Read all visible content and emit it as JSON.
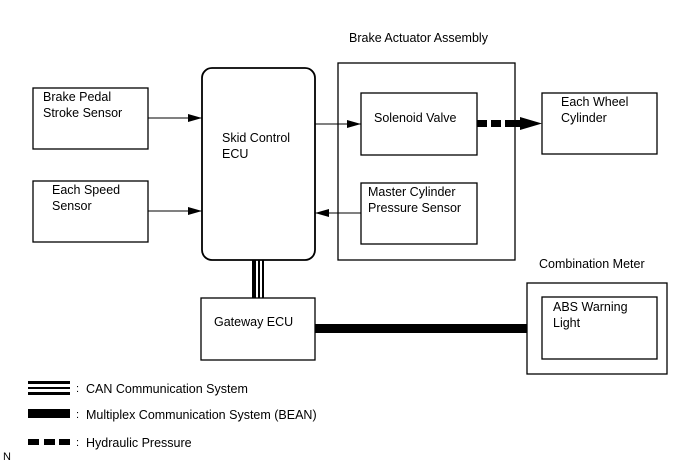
{
  "diagram": {
    "title_actuator": "Brake Actuator Assembly",
    "title_meter": "Combination Meter",
    "nodes": {
      "brake_pedal": {
        "line1": "Brake Pedal",
        "line2": "Stroke Sensor"
      },
      "speed_sensor": {
        "line1": "Each Speed",
        "line2": "Sensor"
      },
      "skid_ecu": {
        "line1": "Skid Control",
        "line2": "ECU"
      },
      "solenoid": {
        "line1": "Solenoid Valve"
      },
      "master_cyl": {
        "line1": "Master Cylinder",
        "line2": "Pressure Sensor"
      },
      "wheel_cyl": {
        "line1": "Each Wheel",
        "line2": "Cylinder"
      },
      "gateway": {
        "line1": "Gateway ECU"
      },
      "abs_light": {
        "line1": "ABS Warning",
        "line2": "Light"
      }
    },
    "connections": [
      {
        "from": "Brake Pedal Stroke Sensor",
        "to": "Skid Control ECU",
        "type": "signal"
      },
      {
        "from": "Each Speed Sensor",
        "to": "Skid Control ECU",
        "type": "signal"
      },
      {
        "from": "Skid Control ECU",
        "to": "Solenoid Valve",
        "type": "signal"
      },
      {
        "from": "Master Cylinder Pressure Sensor",
        "to": "Skid Control ECU",
        "type": "signal"
      },
      {
        "from": "Solenoid Valve",
        "to": "Each Wheel Cylinder",
        "type": "hydraulic"
      },
      {
        "from": "Skid Control ECU",
        "to": "Gateway ECU",
        "type": "CAN"
      },
      {
        "from": "Gateway ECU",
        "to": "ABS Warning Light",
        "type": "BEAN"
      }
    ]
  },
  "legend": {
    "separator": ":",
    "can": "CAN Communication System",
    "bean": "Multiplex Communication System (BEAN)",
    "hydraulic": "Hydraulic Pressure"
  },
  "footer_mark": "N"
}
